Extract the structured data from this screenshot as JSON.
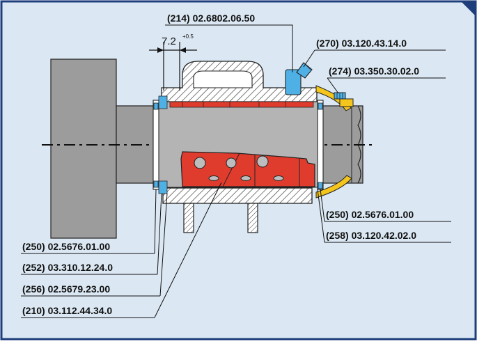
{
  "colors": {
    "background": "#dbe8f3",
    "frame": "#1e3d7b",
    "accent_red": "#e03c2e",
    "accent_yellow": "#f4c51c",
    "accent_blue": "#4fb0e6",
    "shaft_gray": "#9c9c9c",
    "hatch": "#333333"
  },
  "dimension": {
    "value": "7.2",
    "tolerance": "+0.5"
  },
  "callouts": {
    "top_center": "(214)  02.6802.06.50",
    "top_right_1": "(270)  03.120.43.14.0",
    "top_right_2": "(274)  03.350.30.02.0",
    "bottom_right_1": "(250)  02.5676.01.00",
    "bottom_right_2": "(258)  03.120.42.02.0",
    "left_1": "(250)  02.5676.01.00",
    "left_2": "(252)  03.310.12.24.0",
    "left_3": "(256)  02.5679.23.00",
    "left_4": "(210)  03.112.44.34.0"
  }
}
